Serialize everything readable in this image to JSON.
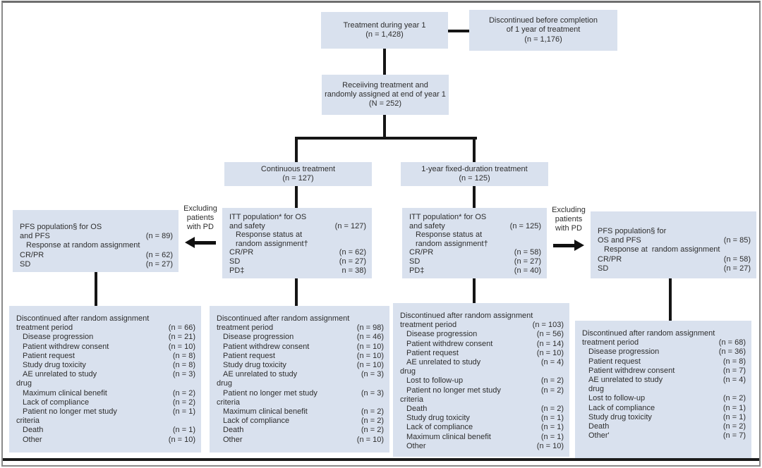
{
  "colors": {
    "box_fill": "#d9e1ee",
    "line": "#151515",
    "text": "#2e2e2e",
    "frame": "#8a8a8a"
  },
  "boxes": {
    "treatment_year1": {
      "lines": [
        "Treatment during year 1",
        "(n = 1,428)"
      ]
    },
    "discontinued_before": {
      "lines": [
        "Discontinued before completion",
        "of 1 year of treatment",
        "(n = 1,176)"
      ]
    },
    "randomized": {
      "lines": [
        "Receiiving treatment and",
        "randomly assigned at end of year 1",
        "(N = 252)"
      ]
    },
    "arm_continuous": {
      "lines": [
        "Continuous treatment",
        "(n = 127)"
      ]
    },
    "arm_fixed": {
      "lines": [
        "1-year fixed-duration treatment",
        "(n = 125)"
      ]
    },
    "pfs_left": {
      "rows": [
        {
          "label": "PFS population§ for OS"
        },
        {
          "label": "and PFS",
          "value": "(n = 89)"
        },
        {
          "label": "Response at random assignment",
          "indent": 1
        },
        {
          "label": "CR/PR",
          "value": "(n = 62)"
        },
        {
          "label": "SD",
          "value": "(n = 27)"
        }
      ]
    },
    "itt_left": {
      "rows": [
        {
          "label": "ITT population* for OS"
        },
        {
          "label": "and safety",
          "value": "(n = 127)"
        },
        {
          "label": "Response status at",
          "indent": 1
        },
        {
          "label": "random assignment†",
          "indent": 1
        },
        {
          "label": "CR/PR",
          "value": "(n = 62)"
        },
        {
          "label": "SD",
          "value": "(n = 27)"
        },
        {
          "label": "PD‡",
          "value": "n = 38)"
        }
      ]
    },
    "itt_right": {
      "rows": [
        {
          "label": "ITT population* for OS"
        },
        {
          "label": "and safety",
          "value": "(n = 125)"
        },
        {
          "label": "Response status at",
          "indent": 1
        },
        {
          "label": "random assignment†",
          "indent": 1
        },
        {
          "label": "CR/PR",
          "value": "(n = 58)"
        },
        {
          "label": "SD",
          "value": "(n = 27)"
        },
        {
          "label": "PD‡",
          "value": "(n = 40)"
        }
      ]
    },
    "pfs_right": {
      "rows": [
        {
          "label": "PFS population§ for"
        },
        {
          "label": "OS and PFS",
          "value": "(n = 85)"
        },
        {
          "label": "Response at  random assignment",
          "indent": 1
        },
        {
          "label": "CR/PR",
          "value": "(n = 58)"
        },
        {
          "label": "SD",
          "value": "(n = 27)"
        }
      ]
    },
    "disc_pfs_left": {
      "rows": [
        {
          "label": "Discontinued after random assignment"
        },
        {
          "label": "treatment period",
          "value": "(n = 66)"
        },
        {
          "label": "Disease progression",
          "value": "(n = 21)",
          "indent": 1
        },
        {
          "label": "Patient withdrew consent",
          "value": "(n = 10)",
          "indent": 1
        },
        {
          "label": "Patient request",
          "value": "(n = 8)",
          "indent": 1
        },
        {
          "label": "Study drug toxicity",
          "value": "(n = 8)",
          "indent": 1
        },
        {
          "label": "AE unrelated to study",
          "value": "(n = 3)",
          "indent": 1
        },
        {
          "label": "drug"
        },
        {
          "label": "Maximum clinical benefit",
          "value": "(n = 2)",
          "indent": 1
        },
        {
          "label": "Lack of compliance",
          "value": "(n = 2)",
          "indent": 1
        },
        {
          "label": "Patient no longer met study",
          "value": "(n = 1)",
          "indent": 1
        },
        {
          "label": "criteria"
        },
        {
          "label": "Death",
          "value": "(n = 1)",
          "indent": 1
        },
        {
          "label": "Other",
          "value": "(n = 10)",
          "indent": 1
        }
      ]
    },
    "disc_itt_left": {
      "rows": [
        {
          "label": "Discontinued after random assignment"
        },
        {
          "label": "treatment period",
          "value": "(n = 98)"
        },
        {
          "label": "Disease progression",
          "value": "(n = 46)",
          "indent": 1
        },
        {
          "label": "Patient withdrew consent",
          "value": "(n = 10)",
          "indent": 1
        },
        {
          "label": "Patient request",
          "value": "(n = 10)",
          "indent": 1
        },
        {
          "label": "Study drug toxicity",
          "value": "(n = 10)",
          "indent": 1
        },
        {
          "label": "AE unrelated to study",
          "value": "(n = 3)",
          "indent": 1
        },
        {
          "label": "drug"
        },
        {
          "label": "Patient no longer met study",
          "value": "(n = 3)",
          "indent": 1
        },
        {
          "label": "criteria"
        },
        {
          "label": "Maximum clinical benefit",
          "value": "(n = 2)",
          "indent": 1
        },
        {
          "label": "Lack of compliance",
          "value": "(n = 2)",
          "indent": 1
        },
        {
          "label": "Death",
          "value": "(n = 2)",
          "indent": 1
        },
        {
          "label": "Other",
          "value": "(n = 10)",
          "indent": 1
        }
      ]
    },
    "disc_itt_right": {
      "rows": [
        {
          "label": "Discontinued after random assignment"
        },
        {
          "label": "treatment period",
          "value": "(n = 103)"
        },
        {
          "label": "Disease progression",
          "value": "(n = 56)",
          "indent": 1
        },
        {
          "label": "Patient withdrew consent",
          "value": "(n = 14)",
          "indent": 1
        },
        {
          "label": "Patient request",
          "value": "(n = 10)",
          "indent": 1
        },
        {
          "label": "AE unrelated to study",
          "value": "(n = 4)",
          "indent": 1
        },
        {
          "label": "drug"
        },
        {
          "label": "Lost to follow-up",
          "value": "(n = 2)",
          "indent": 1
        },
        {
          "label": "Patient no longer met study",
          "value": "(n = 2)",
          "indent": 1
        },
        {
          "label": "criteria"
        },
        {
          "label": "Death",
          "value": "(n = 2)",
          "indent": 1
        },
        {
          "label": "Study drug toxicity",
          "value": "(n = 1)",
          "indent": 1
        },
        {
          "label": "Lack of compliance",
          "value": "(n = 1)",
          "indent": 1
        },
        {
          "label": "Maximum clinical benefit",
          "value": "(n = 1)",
          "indent": 1
        },
        {
          "label": "Other",
          "value": "(n = 10)",
          "indent": 1
        }
      ]
    },
    "disc_pfs_right": {
      "rows": [
        {
          "label": "Discontinued after random assignment"
        },
        {
          "label": "treatment period",
          "value": "(n = 68)"
        },
        {
          "label": "Disease progression",
          "value": "(n = 36)",
          "indent": 1
        },
        {
          "label": "Patient request",
          "value": "(n = 8)",
          "indent": 1
        },
        {
          "label": "Patient withdrew consent",
          "value": "(n = 7)",
          "indent": 1
        },
        {
          "label": "AE unrelated to study",
          "value": "(n = 4)",
          "indent": 1
        },
        {
          "label": "drug",
          "indent": 1
        },
        {
          "label": "Lost to follow-up",
          "value": "(n = 2)",
          "indent": 1
        },
        {
          "label": "Lack of compliance",
          "value": "(n = 1)",
          "indent": 1
        },
        {
          "label": "Study drug toxicity",
          "value": "(n = 1)",
          "indent": 1
        },
        {
          "label": "Death",
          "value": "(n = 2)",
          "indent": 1
        },
        {
          "label": "Other'",
          "value": "(n = 7)",
          "indent": 1
        }
      ]
    }
  },
  "labels": {
    "excluding_left": {
      "lines": [
        "Excluding",
        "patients",
        "with PD"
      ]
    },
    "excluding_right": {
      "lines": [
        "Excluding",
        "patients",
        "with PD"
      ]
    }
  }
}
